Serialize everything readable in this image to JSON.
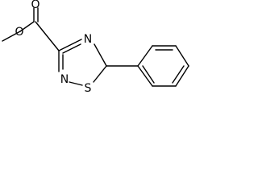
{
  "molecule": {
    "atoms": {
      "ester_o_top": "O",
      "ester_o_left": "O",
      "ring_n_top": "N",
      "ring_n_left": "N",
      "ring_s": "S"
    }
  }
}
